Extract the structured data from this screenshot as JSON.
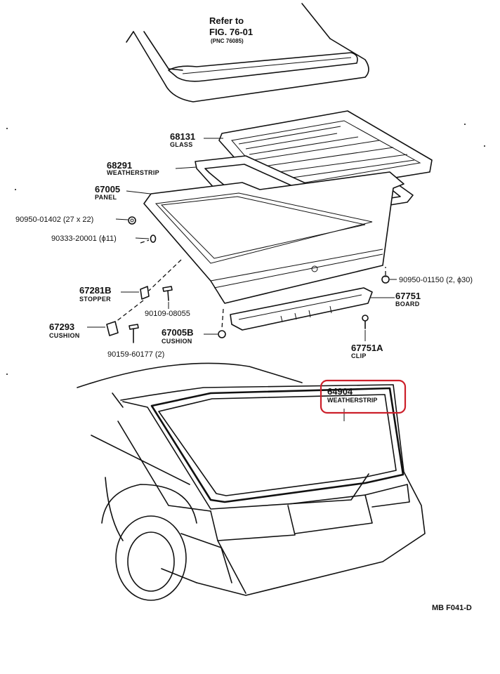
{
  "reference": {
    "line1": "Refer to",
    "line2": "FIG. 76-01",
    "line3": "(PNC 76085)"
  },
  "parts": {
    "glass": {
      "number": "68131",
      "name": "GLASS"
    },
    "weatherstrip_68291": {
      "number": "68291",
      "name": "WEATHERSTRIP"
    },
    "panel": {
      "number": "67005",
      "name": "PANEL"
    },
    "stopper": {
      "number": "67281B",
      "name": "STOPPER"
    },
    "cushion_67293": {
      "number": "67293",
      "name": "CUSHION"
    },
    "cushion_67005b": {
      "number": "67005B",
      "name": "CUSHION"
    },
    "board": {
      "number": "67751",
      "name": "BOARD"
    },
    "clip": {
      "number": "67751A",
      "name": "CLIP"
    },
    "weatherstrip_64904": {
      "number": "64904",
      "name": "WEATHERSTRIP"
    }
  },
  "fasteners": {
    "f1": "90950-01402 (27 x 22)",
    "f2": "90333-20001 (ϕ11)",
    "f3": "90950-01150 (2, ϕ30)",
    "f4": "90109-08055",
    "f5": "90159-60177 (2)"
  },
  "highlight_color": "#cc1f2a",
  "figure_code": "MB  F041-D"
}
